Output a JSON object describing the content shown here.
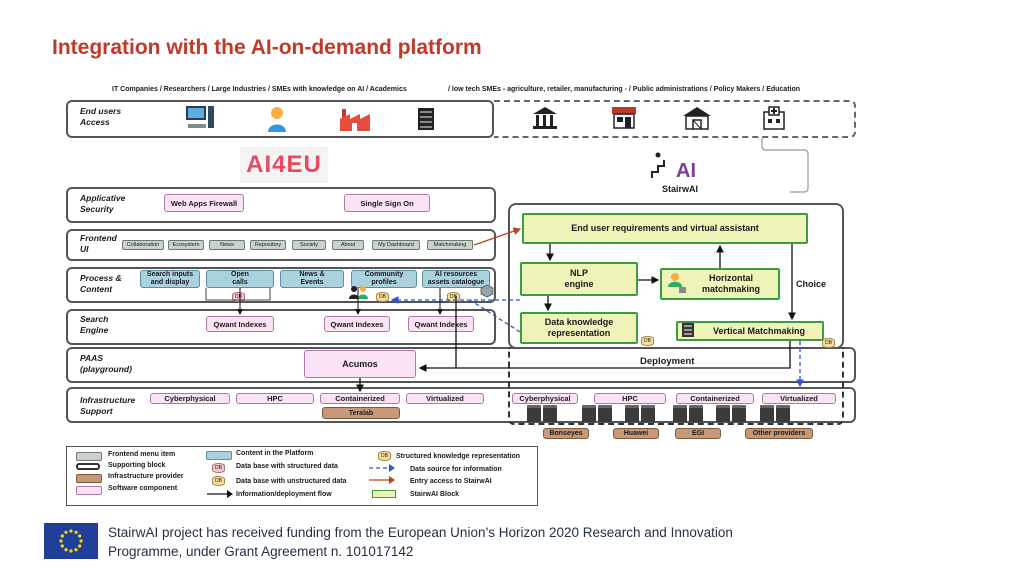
{
  "title": "Integration with the AI-on-demand platform",
  "audience": {
    "left": "IT Companies / Researchers / Large Industries / SMEs with knowledge on AI / Academics",
    "right": "/ low tech SMEs - agriculture, retailer, manufacturing - / Public administrations / Policy Makers / Education"
  },
  "layers": {
    "end_users": "End users\nAccess",
    "app_security": "Applicative\nSecurity",
    "frontend": "Frontend\nUI",
    "process": "Process &\nContent",
    "search": "Search\nEngine",
    "paas": "PAAS\n(playground)",
    "infra": "Infrastructure\nSupport"
  },
  "logos": {
    "ai4eu": "AI4EU",
    "stairwai": "StairwAI"
  },
  "security": {
    "waf": "Web Apps Firewall",
    "sso": "Single Sign On"
  },
  "frontend_items": [
    "Collaboration",
    "Ecosystem",
    "News",
    "Repository",
    "Society",
    "About",
    "My Dashboard",
    "Matchmaking"
  ],
  "process_items": {
    "search_inputs": "Search inputs\nand display",
    "open_calls": "Open\ncalls",
    "news_events": "News &\nEvents",
    "community": "Community\nprofiles",
    "ai_resources": "AI resources\nassets catalogue"
  },
  "search_items": [
    "Qwant Indexes",
    "Qwant Indexes",
    "Qwant Indexes"
  ],
  "paas": {
    "acumos": "Acumos",
    "deployment": "Deployment"
  },
  "infra_left": [
    "Cyberphysical",
    "HPC",
    "Containerized",
    "Virtualized"
  ],
  "infra_right": [
    "Cyberphysical",
    "HPC",
    "Containerized",
    "Virtualized"
  ],
  "teralab": "Teralab",
  "providers": [
    "Bonseyes",
    "Huawei",
    "EGI",
    "Other providers"
  ],
  "stairwai_blocks": {
    "requirements": "End user requirements and virtual assistant",
    "nlp": "NLP\nengine",
    "horizontal": "Horizontal\nmatchmaking",
    "dkr": "Data knowledge\nrepresentation",
    "vertical": "Vertical Matchmaking",
    "choice": "Choice"
  },
  "db_label": "DB",
  "legend": {
    "frontend_menu": "Frontend menu item",
    "supporting": "Supporting block",
    "infra_provider": "Infrastructure provider",
    "software": "Software component",
    "content": "Content in the Platform",
    "db_structured": "Data base with structured data",
    "db_unstructured": "Data base with unstructured data",
    "flow": "Information/deployment flow",
    "skr": "Structured knowledge representation",
    "data_source": "Data source for information",
    "entry": "Entry access to StairwAI",
    "stairwai_block": "StairwAI Block"
  },
  "footer": {
    "line1": "StairwAI project has received funding from the European Union’s Horizon 2020 Research and Innovation",
    "line2": "Programme, under Grant Agreement n. 101017142"
  },
  "colors": {
    "title": "#c0392b",
    "green_border": "#3c9c3e",
    "pink": "#fbe3f6",
    "blue": "#a9d1de",
    "brown": "#c69877"
  }
}
